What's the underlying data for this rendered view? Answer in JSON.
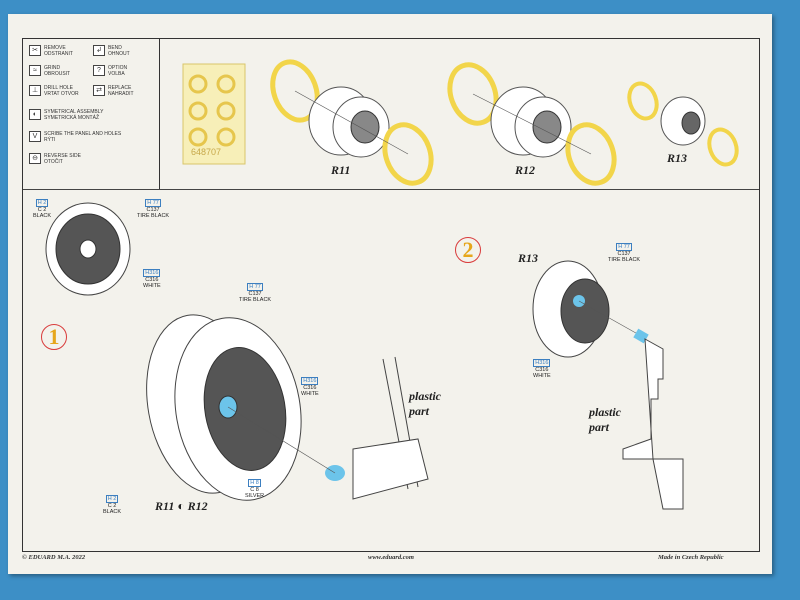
{
  "legend": {
    "items": [
      {
        "icon": "remove-icon",
        "label": "REMOVE\nODSTRANIT"
      },
      {
        "icon": "bend-icon",
        "label": "BEND\nOHNOUT"
      },
      {
        "icon": "grind-icon",
        "label": "GRIND\nOBROUSIT"
      },
      {
        "icon": "option-icon",
        "label": "OPTION\nVOLBA"
      },
      {
        "icon": "drill-icon",
        "label": "DRILL HOLE\nVRTAT OTVOR"
      },
      {
        "icon": "replace-icon",
        "label": "REPLACE\nNAHRADIT"
      },
      {
        "icon": "symmetry-icon",
        "label": "SYMETRICAL ASSEMBLY\nSYMETRICKÁ MONTÁŽ"
      },
      {
        "icon": "scribe-icon",
        "label": "SCRIBE THE PANEL AND HOLES\nRÝTI"
      },
      {
        "icon": "reverse-icon",
        "label": "REVERSE SIDE\nOTOČIT"
      }
    ]
  },
  "mask_sheet": {
    "code": "648707"
  },
  "wheels": {
    "r11": "R11",
    "r12": "R12",
    "r13": "R13",
    "r11_r12": "R11",
    "r11_r12b": "R12",
    "step2_r13": "R13"
  },
  "steps": {
    "one": "1",
    "two": "2"
  },
  "callouts": {
    "inset_black": {
      "code": "H 2",
      "mix": "C 2",
      "name": "BLACK"
    },
    "inset_tire": {
      "code": "H 77",
      "mix": "C137",
      "name": "TIRE BLACK"
    },
    "inset_white": {
      "code": "H316",
      "mix": "C316",
      "name": "WHITE"
    },
    "main_tire": {
      "code": "H 77",
      "mix": "C137",
      "name": "TIRE BLACK"
    },
    "main_white": {
      "code": "H316",
      "mix": "C316",
      "name": "WHITE"
    },
    "main_silver": {
      "code": "H 8",
      "mix": "C 8",
      "name": "SILVER"
    },
    "main_black": {
      "code": "H 2",
      "mix": "C 2",
      "name": "BLACK"
    },
    "s2_tire": {
      "code": "H 77",
      "mix": "C137",
      "name": "TIRE BLACK"
    },
    "s2_white": {
      "code": "H316",
      "mix": "C316",
      "name": "WHITE"
    }
  },
  "plastic": {
    "line1": "plastic",
    "line2": "part"
  },
  "footer": {
    "left": "© EDUARD  M.A. 2022",
    "center": "www.eduard.com",
    "right": "Made in Czech Republic"
  },
  "colors": {
    "mask_yellow": "#f2d54a",
    "paint_blue": "#6cc4ea",
    "step_red": "#d93b3b",
    "background": "#3d8fc6"
  }
}
